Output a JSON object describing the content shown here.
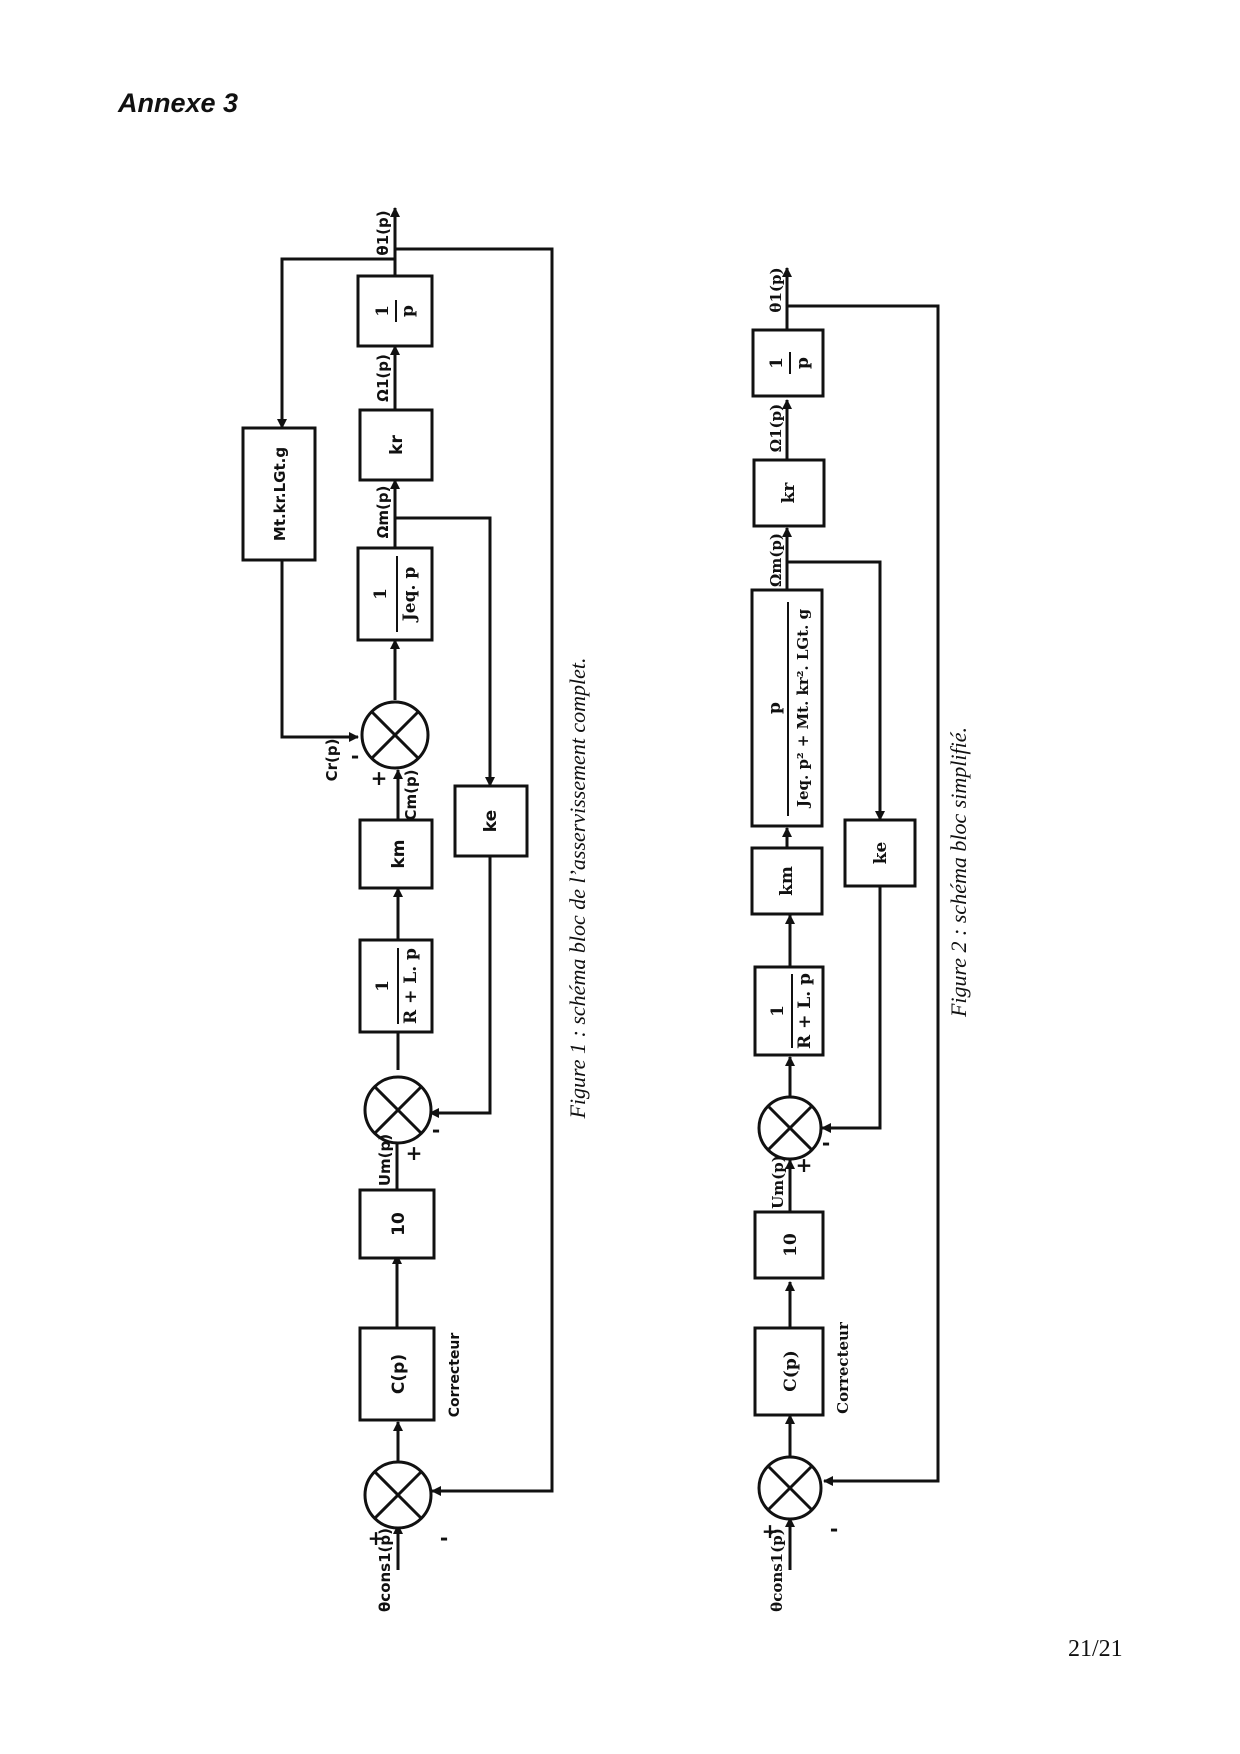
{
  "page": {
    "heading": "Annexe 3",
    "page_number": "21/21"
  },
  "figure1": {
    "caption": "Figure 1 : schéma bloc de l’asservissement  complet.",
    "input_label": "θcons1(p)",
    "output_label": "θ1(p)",
    "blocks": {
      "corrector": "C(p)",
      "corrector_note": "Correcteur",
      "gain": "10",
      "electrical_num": "1",
      "electrical_den": "R + L. p",
      "km": "km",
      "inertia_num": "1",
      "inertia_den": "Jeq. p",
      "kr": "kr",
      "integrator_num": "1",
      "integrator_den": "p",
      "ke": "ke",
      "load": "Mt.kr.LGt.g"
    },
    "signals": {
      "um": "Um(p)",
      "cm": "Cm(p)",
      "cr": "Cr(p)",
      "omega_m": "Ωm(p)",
      "omega_1": "Ω1(p)"
    },
    "signs": {
      "plus": "+",
      "minus": "-"
    }
  },
  "figure2": {
    "caption": "Figure 2 : schéma bloc simplifié.",
    "input_label": "θcons1(p)",
    "output_label": "θ1(p)",
    "blocks": {
      "corrector": "C(p)",
      "corrector_note": "Correcteur",
      "gain": "10",
      "electrical_num": "1",
      "electrical_den": "R + L. p",
      "km": "km",
      "mech_num": "p",
      "mech_den": "Jeq. p² + Mt. kr². LGt. g",
      "kr": "kr",
      "integrator_num": "1",
      "integrator_den": "p",
      "ke": "ke"
    },
    "signals": {
      "um": "Um(p)",
      "omega_m": "Ωm(p)",
      "omega_1": "Ω1(p)"
    },
    "signs": {
      "plus": "+",
      "minus": "-"
    }
  }
}
